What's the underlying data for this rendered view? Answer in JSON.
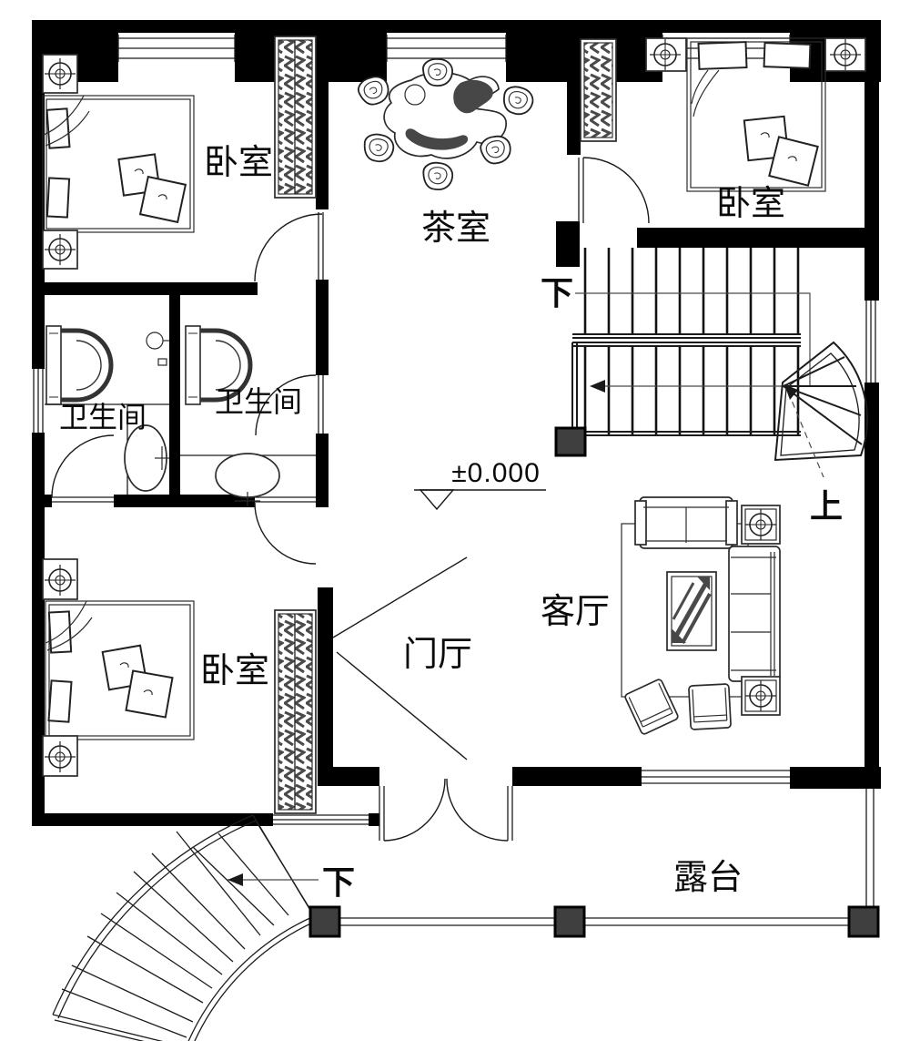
{
  "rooms": {
    "bedroom_top_left": "卧室",
    "bedroom_top_right": "卧室",
    "bedroom_bottom_left": "卧室",
    "tea_room": "茶室",
    "bathroom_left": "卫生间",
    "bathroom_right": "卫生间",
    "living_room": "客厅",
    "entrance_hall": "门厅",
    "terrace": "露台"
  },
  "stairs": {
    "main_down": "下",
    "main_up": "上",
    "exterior_down": "下"
  },
  "annotations": {
    "floor_elevation": "±0.000"
  },
  "colors": {
    "wall": "#000000",
    "column": "#3f3f3f",
    "paper": "#ffffff",
    "hatch": "#4a4a4a"
  }
}
